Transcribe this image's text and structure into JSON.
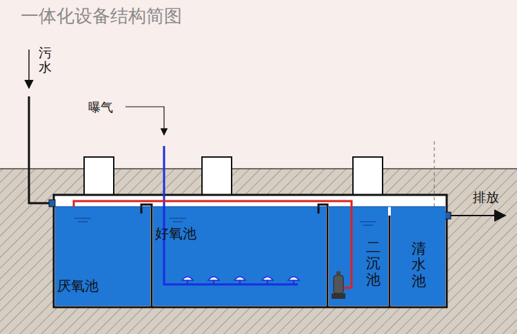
{
  "diagram": {
    "title": "一体化设备结构简图",
    "nodes": [
      {
        "text": [
          "厌氧池"
        ]
      },
      {
        "text": [
          "好氧池"
        ]
      },
      {
        "text": [
          "二沉池"
        ]
      },
      {
        "text": [
          "清水池"
        ]
      }
    ],
    "edges": [
      {
        "from": 2,
        "to": 0,
        "arrow": "none"
      }
    ],
    "labels": [
      "污水",
      "曝气",
      "排放"
    ]
  }
}
